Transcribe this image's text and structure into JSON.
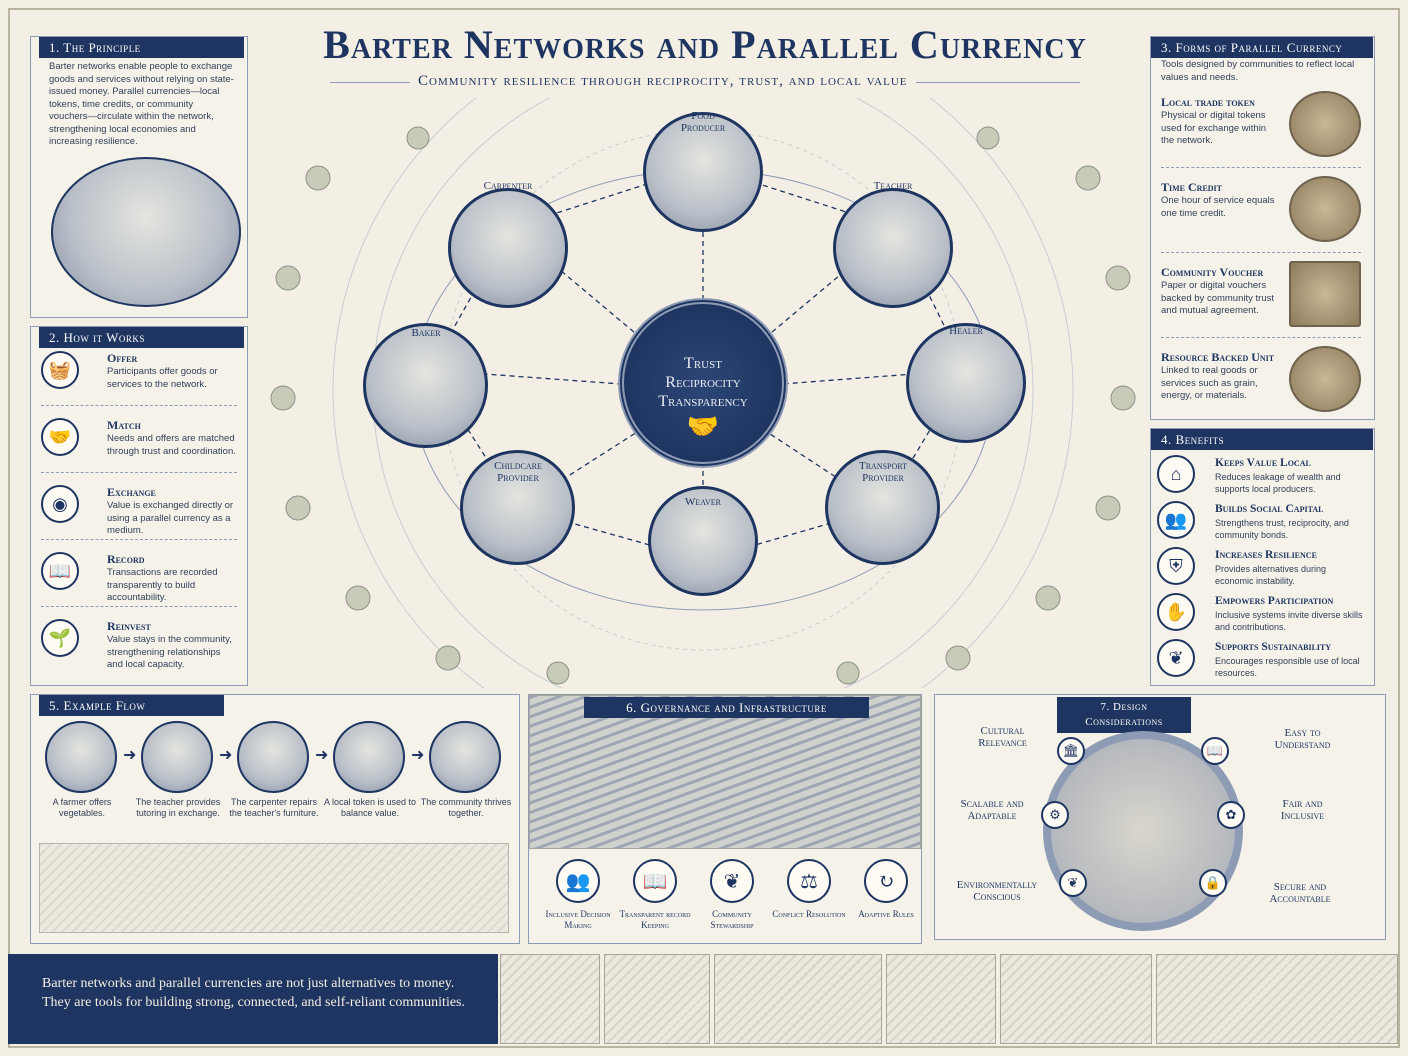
{
  "title": "Barter Networks and Parallel Currency",
  "subtitle": "Community resilience through reciprocity, trust, and local value",
  "hub": {
    "line1": "Trust",
    "line2": "Reciprocity",
    "line3": "Transparency"
  },
  "nodes": {
    "food": "Food Producer",
    "carpenter": "Carpenter",
    "teacher": "Teacher",
    "baker": "Baker",
    "healer": "Healer",
    "childcare": "Childcare Provider",
    "transport": "Transport Provider",
    "weaver": "Weaver"
  },
  "principle": {
    "header": "1. The Principle",
    "text": "Barter networks enable people to exchange goods and services without relying on state-issued money. Parallel currencies—local tokens, time credits, or community vouchers—circulate within the network, strengthening local economies and increasing resilience."
  },
  "how": {
    "header": "2. How it Works",
    "steps": [
      {
        "title": "Offer",
        "text": "Participants offer goods or services to the network."
      },
      {
        "title": "Match",
        "text": "Needs and offers are matched through trust and coordination."
      },
      {
        "title": "Exchange",
        "text": "Value is exchanged directly or using a parallel currency as a medium."
      },
      {
        "title": "Record",
        "text": "Transactions are recorded transparently to build accountability."
      },
      {
        "title": "Reinvest",
        "text": "Value stays in the community, strengthening relationships and local capacity."
      }
    ]
  },
  "forms": {
    "header": "3. Forms of Parallel Currency",
    "intro": "Tools designed by communities to reflect local values and needs.",
    "items": [
      {
        "title": "Local trade token",
        "text": "Physical or digital tokens used for exchange within the network."
      },
      {
        "title": "Time Credit",
        "text": "One hour of service equals one time credit."
      },
      {
        "title": "Community Voucher",
        "text": "Paper or digital vouchers backed by community trust and mutual agreement."
      },
      {
        "title": "Resource Backed Unit",
        "text": "Linked to real goods or services such as grain, energy, or materials."
      }
    ]
  },
  "benefits": {
    "header": "4. Benefits",
    "items": [
      {
        "title": "Keeps Value Local",
        "text": "Reduces leakage of wealth and supports local producers."
      },
      {
        "title": "Builds Social Capital",
        "text": "Strengthens trust, reciprocity, and community bonds."
      },
      {
        "title": "Increases Resilience",
        "text": "Provides alternatives during economic instability."
      },
      {
        "title": "Empowers Participation",
        "text": "Inclusive systems invite diverse skills and contributions."
      },
      {
        "title": "Supports Sustainability",
        "text": "Encourages responsible use of local resources."
      }
    ]
  },
  "flow": {
    "header": "5. Example Flow",
    "steps": [
      "A farmer offers vegetables.",
      "The teacher provides tutoring in exchange.",
      "The carpenter repairs the teacher's furniture.",
      "A local token is used to balance value.",
      "The community thrives together."
    ]
  },
  "governance": {
    "header": "6. Governance and Infrastructure",
    "items": [
      "Inclusive Decision Making",
      "Transparent record Keeping",
      "Community Stewardship",
      "Conflict Resolution",
      "Adaptive Rules"
    ]
  },
  "design": {
    "header": "7. Design Considerations",
    "cultural": "Cultural Relevance",
    "easy": "Easy to Understand",
    "scalable": "Scalable and Adaptable",
    "fair": "Fair and Inclusive",
    "env": "Environmentally Conscious",
    "secure": "Secure and Accountable"
  },
  "footer": {
    "line1": "Barter networks and parallel currencies are not just alternatives to money.",
    "line2": "They are tools for building strong, connected, and self-reliant communities."
  },
  "icons": {
    "offer": "basket-icon",
    "match": "handshake-icon",
    "exchange": "coin-icon",
    "record": "book-icon",
    "reinvest": "sprout-icon",
    "local": "house-icon",
    "social": "people-icon",
    "resilience": "shield-icon",
    "participation": "hands-icon",
    "sustainability": "leaf-icon"
  },
  "colors": {
    "navy": "#1f3561",
    "paper": "#f3efe4"
  }
}
